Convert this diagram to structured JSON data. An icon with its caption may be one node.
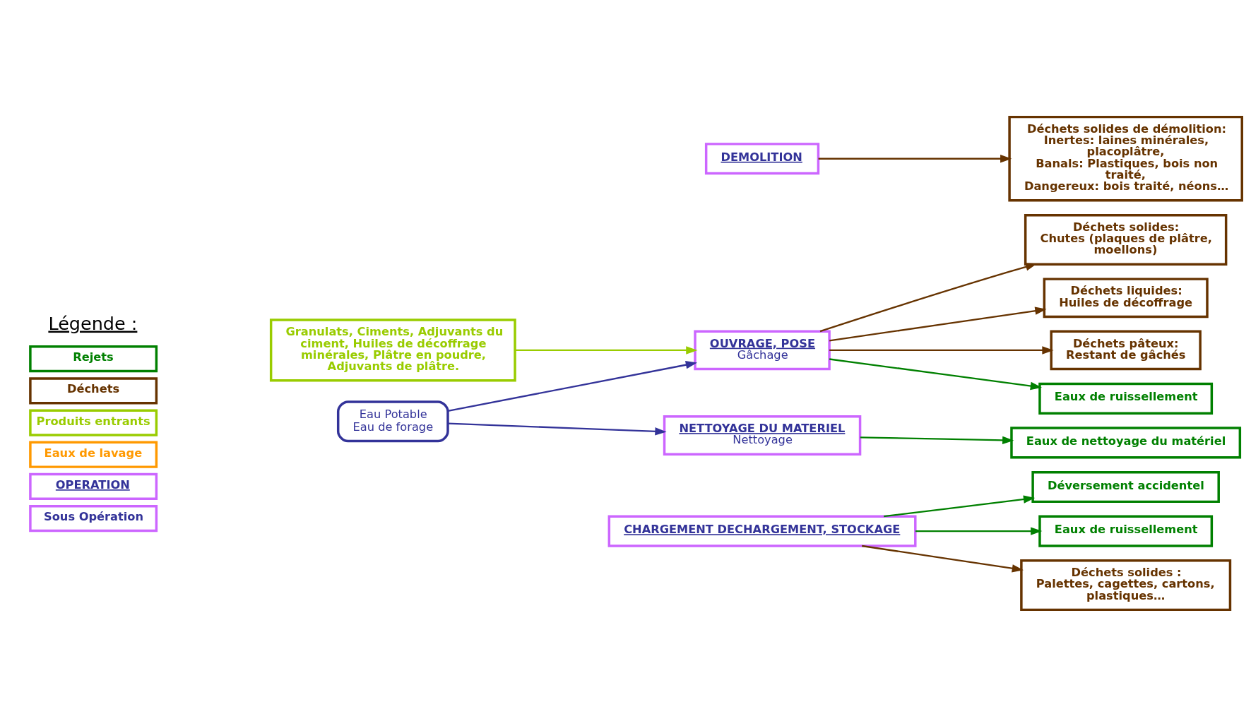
{
  "diagram": {
    "nodes": [
      {
        "text": [
          "CHARGEMENT DECHARGEMENT, STOCKAGE"
        ]
      },
      {
        "text": [
          "Déversement accidentel"
        ]
      },
      {
        "text": [
          "Eaux de ruissellement"
        ]
      },
      {
        "text": [
          "Déchets solides :",
          "Palettes, cagettes, cartons, plastiques…"
        ]
      },
      {
        "text": [
          "Granulats, Ciments, Adjuvants du ciment, Huiles de décoffrage minérales, Plâtre en poudre, Adjuvants de plâtre."
        ]
      },
      {
        "text": [
          "DEMOLITION"
        ]
      },
      {
        "text": [
          "Déchets solides de démolition:",
          "Inertes: laines minérales, placoplâtre,",
          "Banals: Plastiques, bois non traité,",
          "Dangereux: bois traité, néons…"
        ]
      },
      {
        "text": [
          "OUVRAGE, POSE",
          "Gâchage"
        ]
      },
      {
        "text": [
          "Déchets solides:",
          "Chutes (plaques de plâtre, moellons)"
        ]
      },
      {
        "text": [
          "Eau Potable",
          "Eau de forage"
        ]
      },
      {
        "text": [
          "Déchets liquides:",
          "Huiles de décoffrage"
        ]
      },
      {
        "text": [
          "Déchets pâteux:",
          "Restant de gâchés"
        ]
      },
      {
        "text": [
          "Eaux de ruissellement"
        ]
      },
      {
        "text": [
          "NETTOYAGE DU MATERIEL",
          "Nettoyage"
        ]
      },
      {
        "text": [
          "Eaux de nettoyage du matériel"
        ]
      }
    ],
    "edges": [
      {
        "from": 0,
        "to": 1,
        "arrow": "to",
        "color": "#008000"
      },
      {
        "from": 0,
        "to": 2,
        "arrow": "to",
        "color": "#008000"
      },
      {
        "from": 0,
        "to": 3,
        "arrow": "to"
      },
      {
        "from": 5,
        "to": 6,
        "arrow": "to"
      },
      {
        "from": 4,
        "to": 7,
        "arrow": "to",
        "color": "#99cc00"
      },
      {
        "from": 9,
        "to": 7,
        "arrow": "to",
        "color": "#333399"
      },
      {
        "from": 9,
        "to": 13,
        "arrow": "to",
        "color": "#333399"
      },
      {
        "from": 7,
        "to": 8,
        "arrow": "to"
      },
      {
        "from": 7,
        "to": 10,
        "arrow": "to"
      },
      {
        "from": 7,
        "to": 11,
        "arrow": "to"
      },
      {
        "from": 7,
        "to": 12,
        "arrow": "to",
        "color": "#008000"
      },
      {
        "from": 13,
        "to": 14,
        "arrow": "to",
        "color": "#008000"
      }
    ],
    "labels": [
      "Légende :"
    ],
    "legend": [
      {
        "text": "Rejets",
        "color": "#008000"
      },
      {
        "text": "Déchets",
        "color": "#663300"
      },
      {
        "text": "Produits entrants",
        "color": "#99cc00"
      },
      {
        "text": "Eaux de lavage",
        "color": "#ff9900"
      },
      {
        "text": "OPERATION",
        "color": "#cc66ff"
      },
      {
        "text": "Sous Opération",
        "color": "#cc66ff"
      }
    ]
  }
}
